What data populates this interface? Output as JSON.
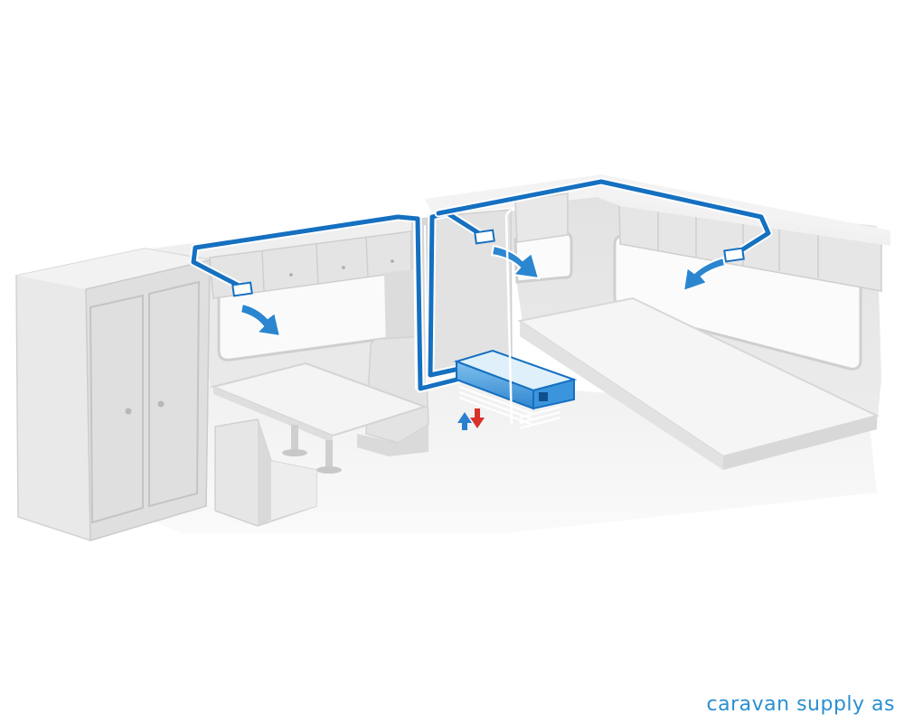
{
  "brand": {
    "text": "caravan supply as",
    "color": "#2a8fd0"
  },
  "colors": {
    "duct": "#1570c0",
    "airflow_arrow": "#2b86cf",
    "unit_accent": "#3b95dd",
    "warm_arrow": "#d9302a",
    "cool_arrow": "#2a7fcf",
    "furniture": "#ececec",
    "floor": "#f3f3f3"
  },
  "diagram": {
    "components": [
      "wardrobe",
      "dinette-table",
      "dinette-bench-front",
      "dinette-bench-back",
      "overhead-cabinets-left",
      "overhead-cabinets-right",
      "upper-tower-cabinet",
      "bed",
      "air-conditioning-unit",
      "supply-duct",
      "outlet-vent",
      "airflow-arrow",
      "intake-arrows"
    ],
    "icons": {
      "airflow_arrow": "curved-arrow-icon",
      "vent": "vent-grille-icon",
      "intake": "up-down-arrows-icon"
    }
  }
}
